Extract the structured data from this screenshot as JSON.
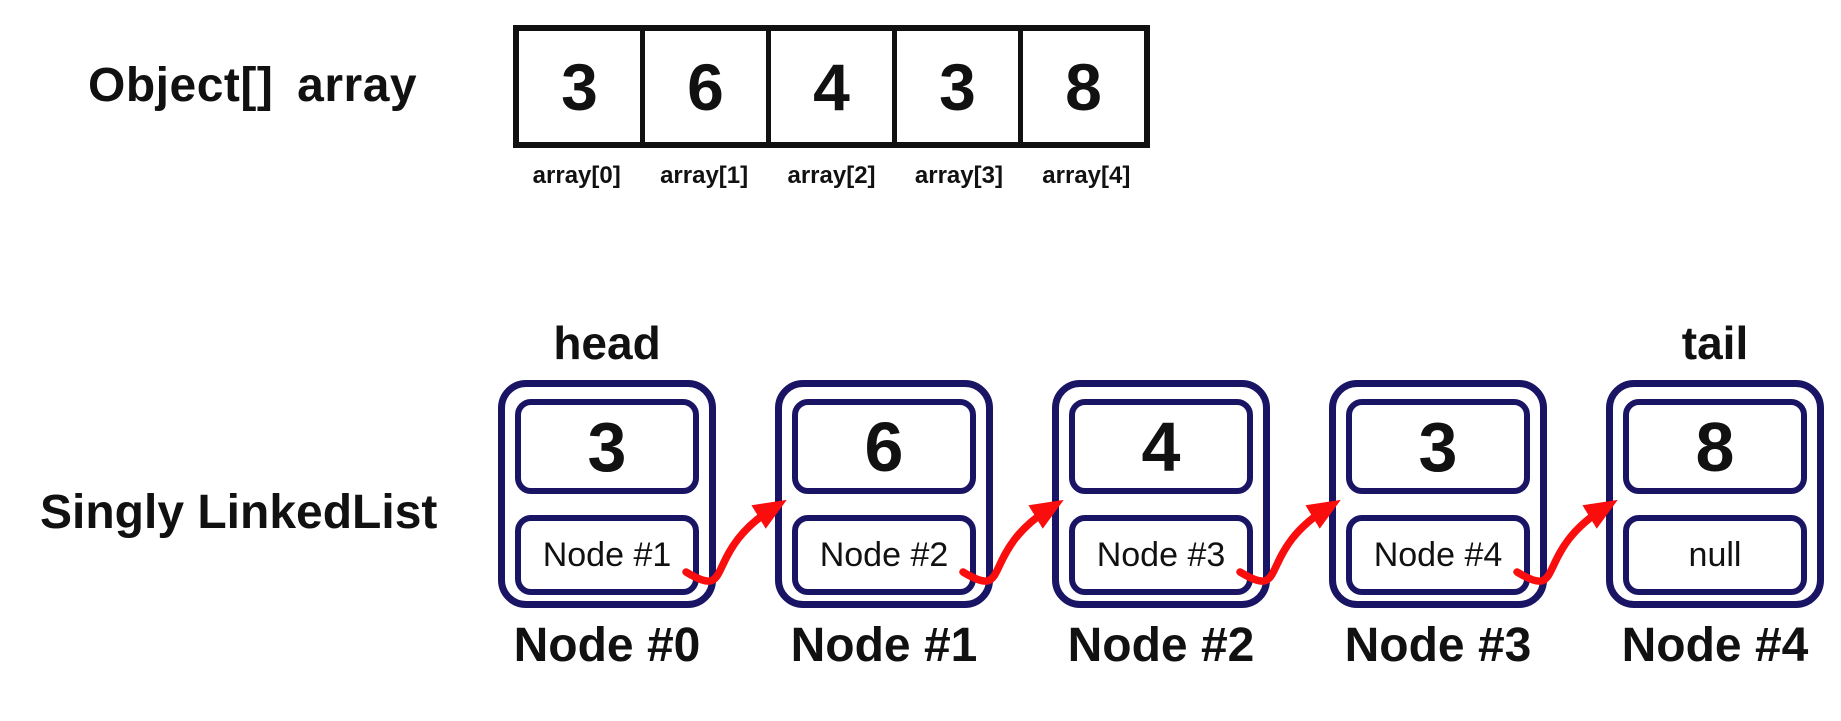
{
  "diagram": {
    "array_section": {
      "label": "Object[] array",
      "cells": [
        {
          "value": "3",
          "index_label": "array[0]"
        },
        {
          "value": "6",
          "index_label": "array[1]"
        },
        {
          "value": "4",
          "index_label": "array[2]"
        },
        {
          "value": "3",
          "index_label": "array[3]"
        },
        {
          "value": "8",
          "index_label": "array[4]"
        }
      ]
    },
    "list_section": {
      "label": "Singly LinkedList",
      "head_label": "head",
      "tail_label": "tail",
      "nodes": [
        {
          "value": "3",
          "next_label": "Node #1",
          "caption": "Node #0"
        },
        {
          "value": "6",
          "next_label": "Node #2",
          "caption": "Node #1"
        },
        {
          "value": "4",
          "next_label": "Node #3",
          "caption": "Node #2"
        },
        {
          "value": "3",
          "next_label": "Node #4",
          "caption": "Node #3"
        },
        {
          "value": "8",
          "next_label": "null",
          "caption": "Node #4"
        }
      ]
    },
    "colors": {
      "node_border": "#1a1464",
      "arrow": "#f90d0d",
      "array_border": "#111111",
      "text": "#111111",
      "background": "#ffffff"
    }
  }
}
